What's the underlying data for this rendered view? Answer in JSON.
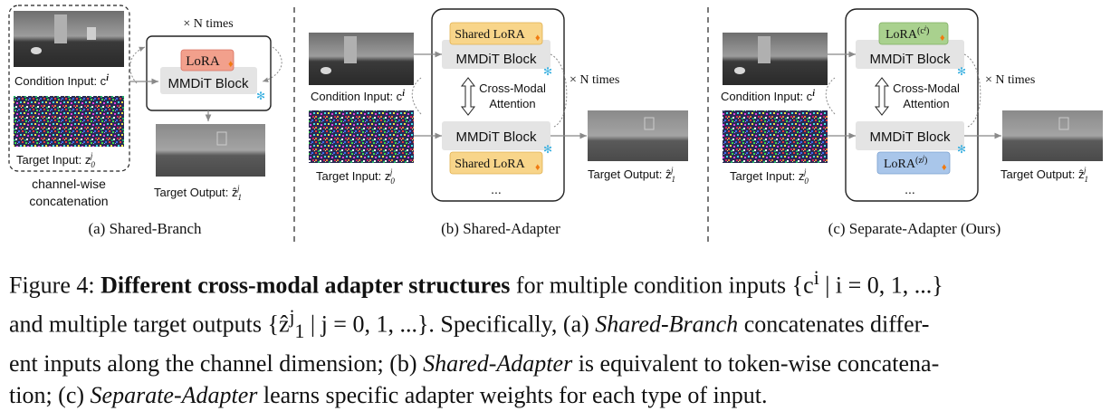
{
  "panel_a": {
    "times_label": "× N times",
    "lora_label": "LoRA",
    "block_label": "MMDiT Block",
    "condition_label": "Condition Input: c",
    "condition_sup": "i",
    "target_input_label": "Target Input: z",
    "target_input_sub": "0",
    "target_input_sup": "j",
    "channel_label_1": "channel-wise",
    "channel_label_2": "concatenation",
    "target_output_label": "Target Output: ẑ",
    "target_output_sub": "1",
    "target_output_sup": "j",
    "subcaption": "(a) Shared-Branch"
  },
  "panel_b": {
    "lora_top": "Shared LoRA",
    "block_top": "MMDiT Block",
    "attention_1": "Cross-Modal",
    "attention_2": "Attention",
    "block_bottom": "MMDiT Block",
    "lora_bottom": "Shared LoRA",
    "ellipsis": "...",
    "times_label": "× N times",
    "condition_label": "Condition Input: c",
    "condition_sup": "i",
    "target_input_label": "Target Input: z",
    "target_input_sub": "0",
    "target_input_sup": "j",
    "target_output_label": "Target Output: ẑ",
    "target_output_sub": "1",
    "target_output_sup": "j",
    "subcaption": "(b) Shared-Adapter"
  },
  "panel_c": {
    "lora_top": "LoRA",
    "lora_top_sup": "(c",
    "lora_top_sup_i": "i",
    "lora_top_sup_close": ")",
    "block_top": "MMDiT Block",
    "attention_1": "Cross-Modal",
    "attention_2": "Attention",
    "block_bottom": "MMDiT Block",
    "lora_bottom": "LoRA",
    "lora_bottom_sup": "(z",
    "lora_bottom_sup_j": "j",
    "lora_bottom_sup_close": ")",
    "ellipsis": "...",
    "times_label": "× N times",
    "condition_label": "Condition Input: c",
    "condition_sup": "i",
    "target_input_label": "Target Input: z",
    "target_input_sub": "0",
    "target_input_sup": "j",
    "target_output_label": "Target Output: ẑ",
    "target_output_sub": "1",
    "target_output_sup": "j",
    "subcaption": "(c) Separate-Adapter (Ours)"
  },
  "colors": {
    "lora_shared_fill": "#f8d58a",
    "lora_a_fill": "#f2a08c",
    "lora_condition_fill": "#a9d18e",
    "lora_target_fill": "#a9c6ea",
    "block_fill": "#e4e4e4",
    "snow_icon": "#3ab0e0",
    "fire_icon": "#f07a10"
  },
  "caption": {
    "fig_label": "Figure 4:",
    "bold_title": "Different cross-modal adapter structures",
    "line1_rest": " for multiple condition inputs {c",
    "line1_sup": "i",
    "line1_end": " | i = 0, 1, ...}",
    "line2_start": "and multiple target outputs {ẑ",
    "line2_sup": "j",
    "line2_sub": "1",
    "line2_mid": " | j = 0, 1, ...}. Specifically, (a) ",
    "shared_branch": "Shared-Branch",
    "line2_end": " concatenates differ-",
    "line3_start": "ent inputs along the channel dimension; (b) ",
    "shared_adapter": "Shared-Adapter",
    "line3_end": " is equivalent to token-wise concatena-",
    "line4_start": "tion; (c) ",
    "separate_adapter": "Separate-Adapter",
    "line4_end": " learns specific adapter weights for each type of input."
  }
}
